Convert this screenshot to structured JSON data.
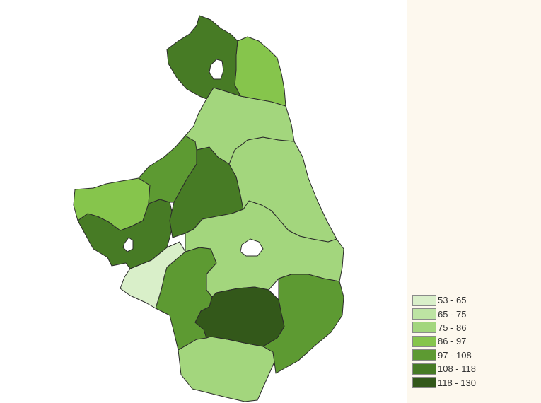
{
  "map": {
    "legend": [
      {
        "range": "53 - 65",
        "color": "#d9efc9"
      },
      {
        "range": "65 - 75",
        "color": "#bde4a3"
      },
      {
        "range": "75 - 86",
        "color": "#a3d67d"
      },
      {
        "range": "86 - 97",
        "color": "#86c54c"
      },
      {
        "range": "97 - 108",
        "color": "#5d9a32"
      },
      {
        "range": "108 - 118",
        "color": "#477b25"
      },
      {
        "range": "118 - 130",
        "color": "#33581a"
      }
    ],
    "regions": [
      {
        "class": "118 - 130"
      },
      {
        "class": "108 - 118"
      },
      {
        "class": "108 - 118"
      },
      {
        "class": "108 - 118"
      },
      {
        "class": "97 - 108"
      },
      {
        "class": "97 - 108"
      },
      {
        "class": "97 - 108"
      },
      {
        "class": "86 - 97"
      },
      {
        "class": "86 - 97"
      },
      {
        "class": "75 - 86"
      },
      {
        "class": "75 - 86"
      },
      {
        "class": "75 - 86"
      },
      {
        "class": "75 - 86"
      },
      {
        "class": "53 - 65"
      }
    ]
  }
}
